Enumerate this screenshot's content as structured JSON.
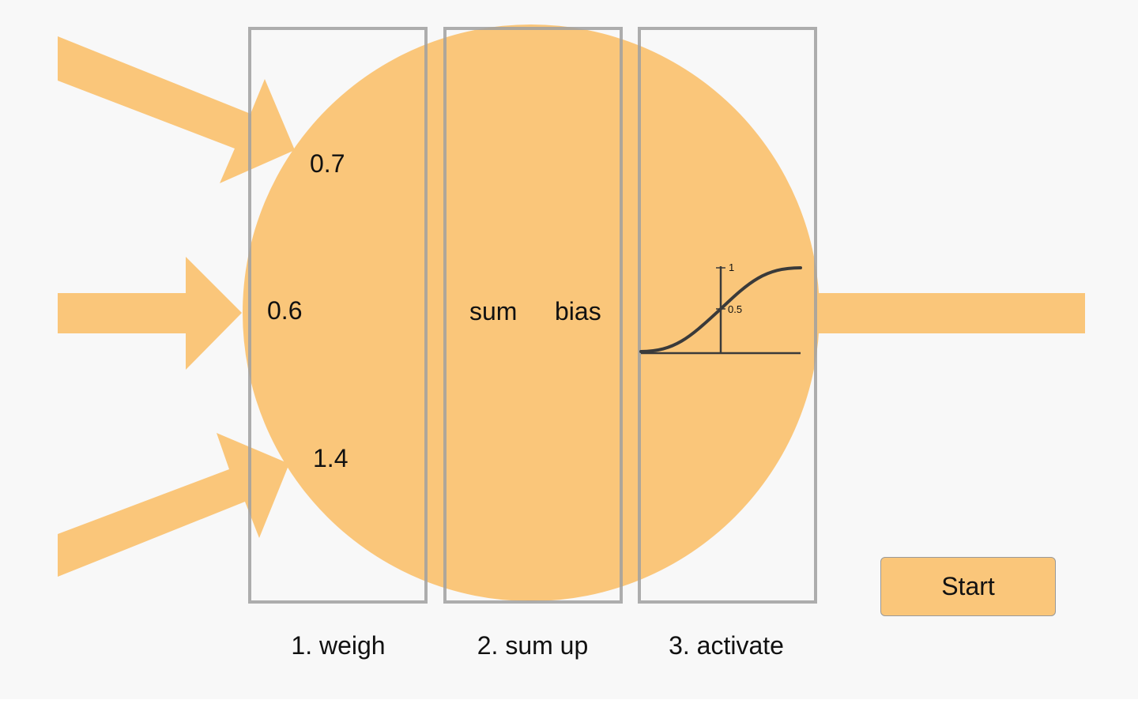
{
  "colors": {
    "neuron": "#fac67a",
    "arrow": "#fac67a",
    "box_stroke": "#a0a0a0",
    "curve": "#3a3a3a",
    "background": "#f8f8f8"
  },
  "inputs": {
    "weights": [
      "0.7",
      "0.6",
      "1.4"
    ]
  },
  "neuron": {
    "sum_label": "sum",
    "bias_label": "bias"
  },
  "activation": {
    "tick_high": "1",
    "tick_mid": "0.5"
  },
  "stages": {
    "weigh": "1. weigh",
    "sum_up": "2. sum up",
    "activate": "3. activate"
  },
  "controls": {
    "start_label": "Start"
  }
}
